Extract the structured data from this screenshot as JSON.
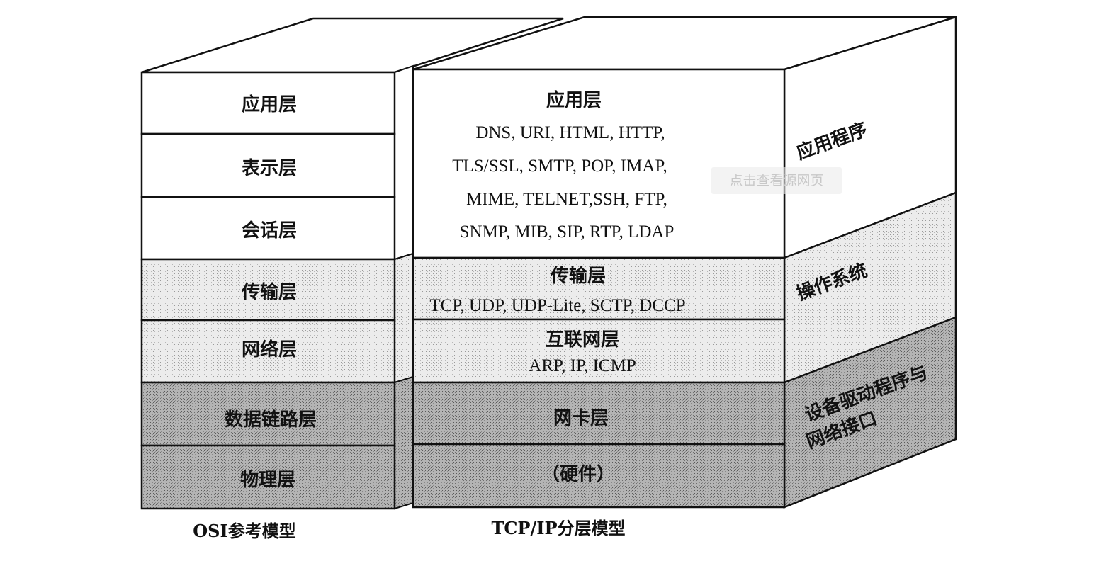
{
  "osi": {
    "caption": "OSI参考模型",
    "layers": [
      "应用层",
      "表示层",
      "会话层",
      "传输层",
      "网络层",
      "数据链路层",
      "物理层"
    ]
  },
  "tcpip": {
    "caption": "TCP/IP分层模型",
    "application": {
      "title": "应用层",
      "protocols": [
        "DNS, URI, HTML, HTTP,",
        "TLS/SSL, SMTP, POP, IMAP,",
        "MIME, TELNET,SSH, FTP,",
        "SNMP, MIB, SIP, RTP, LDAP"
      ]
    },
    "transport": {
      "title": "传输层",
      "protocols": "TCP, UDP, UDP-Lite, SCTP, DCCP"
    },
    "internet": {
      "title": "互联网层",
      "protocols": "ARP, IP, ICMP"
    },
    "link": {
      "title": "网卡层"
    },
    "hardware": {
      "title": "（硬件）"
    }
  },
  "side_labels": {
    "application": "应用程序",
    "os": "操作系统",
    "driver_line1": "设备驱动程序与",
    "driver_line2": "网络接口"
  },
  "watermark": "点击查看源网页",
  "colors": {
    "white_band": "#ffffff",
    "light_band": "#e6e6e6",
    "dark_band": "#a8a8a8",
    "line": "#111111"
  }
}
